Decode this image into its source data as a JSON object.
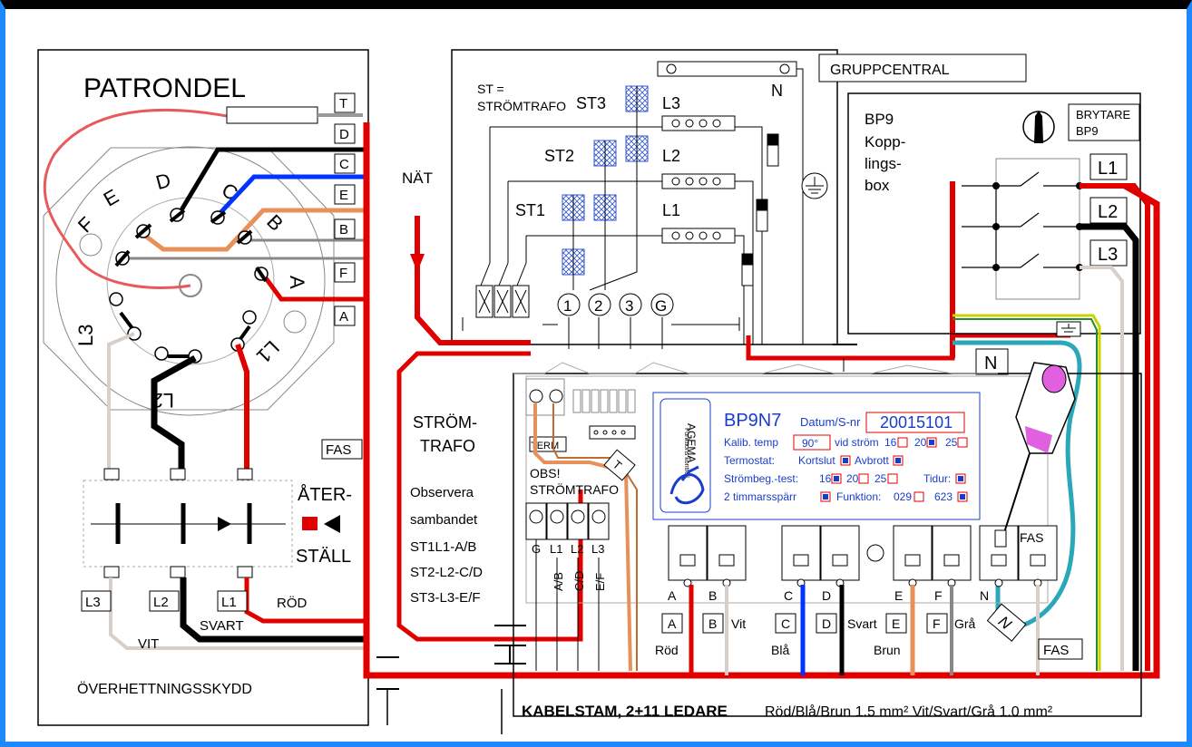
{
  "labels": {
    "patrondel": "PATRONDEL",
    "gruppcentral": "GRUPPCENTRAL",
    "st_def_1": "ST =",
    "st_def_2": "STRÖMTRAFO",
    "st1": "ST1",
    "st2": "ST2",
    "st3": "ST3",
    "l1": "L1",
    "l2": "L2",
    "l3": "L3",
    "n": "N",
    "nat": "NÄT",
    "bp9_1": "BP9",
    "bp9_2": "Kopp-",
    "bp9_3": "lings-",
    "bp9_4": "box",
    "brytare_1": "BRYTARE",
    "brytare_2": "BP9",
    "term_g": "G",
    "term_1": "1",
    "term_2": "2",
    "term_3": "3",
    "strom_1": "STRÖM-",
    "strom_2": "TRAFO",
    "obs_1": "Observera",
    "obs_2": "sambandet",
    "obs_3": "ST1L1-A/B",
    "obs_4": "ST2-L2-C/D",
    "obs_5": "ST3-L3-E/F",
    "ater_1": "ÅTER-",
    "ater_2": "STÄLL",
    "fas": "FAS",
    "rod": "RÖD",
    "svart": "SVART",
    "vit": "VIT",
    "overhettning": "ÖVERHETTNINGSSKYDD",
    "kabelstam": "KABELSTAM, 2+11 LEDARE",
    "kabel_spec": "Röd/Blå/Brun 1.5 mm²  Vit/Svart/Grå 1.0 mm²",
    "term": "TERM",
    "t_letter": "T",
    "obs_strom_1": "OBS!",
    "obs_strom_2": "STRÖMTRAFO",
    "col_g": "G",
    "col_l1": "L1",
    "col_l2": "L2",
    "col_l3": "L3",
    "col_ab": "A/B",
    "col_cd": "C/D",
    "col_ef": "E/F",
    "pin_a": "A",
    "pin_b": "B",
    "pin_c": "C",
    "pin_d": "D",
    "pin_e": "E",
    "pin_f": "F",
    "circ_a": "A",
    "circ_b": "B",
    "circ_c": "C",
    "circ_d": "D",
    "circ_e": "E",
    "circ_f": "F",
    "circ_l1": "L1",
    "circ_l2": "L2",
    "circ_l3": "L3",
    "bottom_a": "A",
    "bottom_b": "B",
    "bottom_c": "C",
    "bottom_d": "D",
    "bottom_e": "E",
    "bottom_f": "F",
    "bottom_n": "N",
    "box_a": "A",
    "box_b": "B",
    "box_c": "C",
    "box_d": "D",
    "box_e": "E",
    "box_f": "F",
    "c_rod": "Röd",
    "c_vit": "Vit",
    "c_bla": "Blå",
    "c_svart": "Svart",
    "c_brun": "Brun",
    "c_gra": "Grå",
    "fas_bottom": "FAS",
    "fas_top": "FAS",
    "n_box": "N",
    "n_tilt": "N"
  },
  "panel": {
    "model": "BP9N7",
    "datum_label": "Datum/S-nr",
    "serial": "20015101",
    "kalib_label": "Kalib. temp",
    "kalib_value": "90°",
    "vid_strom": "vid ström",
    "v16": "16",
    "v20": "20",
    "v25": "25",
    "termostat": "Termostat:",
    "kortslut": "Kortslut",
    "avbrott": "Avbrott",
    "strombeg": "Strömbeg.-test:",
    "s16": "16",
    "s20": "20",
    "s25": "25",
    "tidur": "Tidur:",
    "timmars": "2 timmarsspärr",
    "funktion": "Funktion:",
    "f029": "029",
    "f623": "623",
    "brand": "AGEMA",
    "brand_sub": "Funktions kontroll"
  },
  "colors": {
    "red": "#e00000",
    "blue": "#0033ff",
    "orange": "#e8905a",
    "pinkred": "#e85a5a",
    "grey": "#888888",
    "white_wire": "#d8d0c8",
    "teal": "#2aa7b8",
    "panel_blue": "#1a3ccc",
    "yellow_green": "#c8d400",
    "magenta": "#e060e0"
  }
}
